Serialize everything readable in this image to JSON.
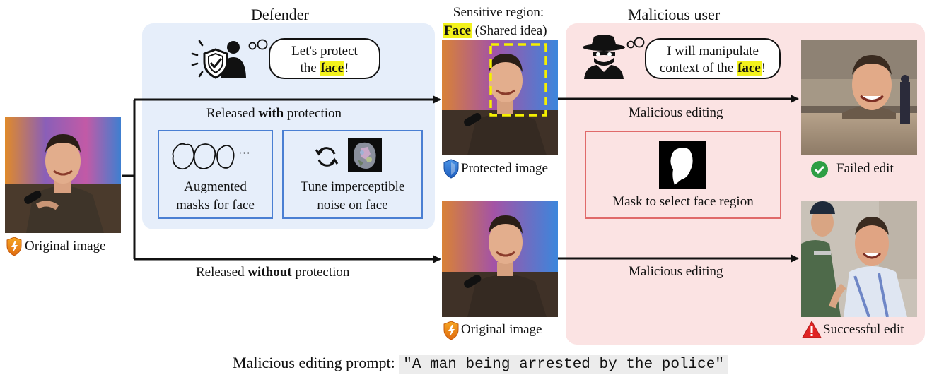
{
  "defender": {
    "heading": "Defender",
    "speech_line1": "Let's protect",
    "speech_pre": "the ",
    "speech_hl": "face",
    "speech_post": "!",
    "released_with_pre": "Released ",
    "released_with_bold": "with",
    "released_with_post": " protection",
    "aug_line1": "Augmented",
    "aug_line2": "masks for face",
    "aug_ellipsis": "···",
    "tune_line1": "Tune imperceptible",
    "tune_line2": "noise on face"
  },
  "sensitive": {
    "line1": "Sensitive region:",
    "face_hl": "Face",
    "shared": " (Shared idea)"
  },
  "original_left_label": "Original image",
  "protected_label": "Protected image",
  "original_bottom_label": "Original image",
  "released_without_pre": "Released ",
  "released_without_bold": "without",
  "released_without_post": " protection",
  "malicious": {
    "heading": "Malicious user",
    "speech_line1": "I will manipulate",
    "speech_pre": "context of the ",
    "speech_hl": "face",
    "speech_post": "!",
    "editing_top": "Malicious editing",
    "editing_bottom": "Malicious editing",
    "mask_label": "Mask to select face region"
  },
  "failed_label": "Failed edit",
  "success_label": "Successful edit",
  "prompt": {
    "label": "Malicious editing prompt: ",
    "text": "\"A man being arrested by the police\""
  },
  "colors": {
    "highlight": "#f3f21c",
    "defender_bg": "#e6eefa",
    "malicious_bg": "#fbe3e3",
    "blue_border": "#4a7fd3",
    "red_border": "#e06a6a",
    "dash_yellow": "#f5f000",
    "check_green": "#2e9e44",
    "warn_red": "#e02424"
  }
}
